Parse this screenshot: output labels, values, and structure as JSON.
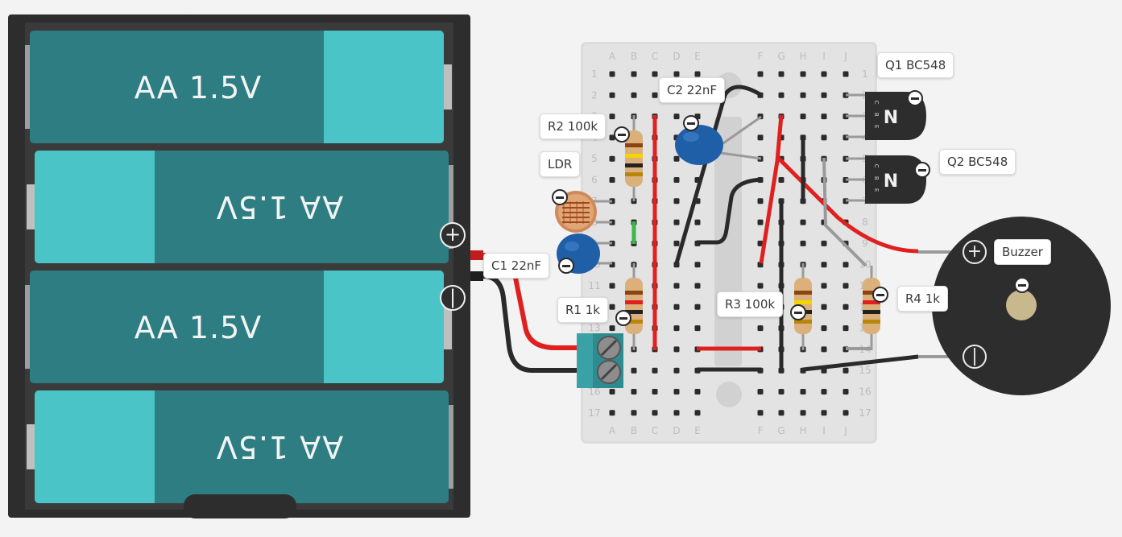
{
  "battery": {
    "cells": [
      {
        "label": "AA 1.5V",
        "flipped": false
      },
      {
        "label": "AA 1.5V",
        "flipped": true
      },
      {
        "label": "AA 1.5V",
        "flipped": false
      },
      {
        "label": "AA 1.5V",
        "flipped": true
      }
    ],
    "plus_symbol": "+",
    "minus_symbol": "|",
    "colors": {
      "case": "#2d2d2d",
      "cell_dark": "#2e7d83",
      "cell_light": "#4ac4c6"
    }
  },
  "breadboard": {
    "columns_left": [
      "A",
      "B",
      "C",
      "D",
      "E"
    ],
    "columns_right": [
      "F",
      "G",
      "H",
      "I",
      "J"
    ],
    "rows": [
      "1",
      "2",
      "3",
      "4",
      "5",
      "6",
      "7",
      "8",
      "9",
      "10",
      "11",
      "12",
      "13",
      "14",
      "15",
      "16",
      "17"
    ]
  },
  "components": {
    "q1": {
      "label": "Q1 BC548",
      "mark": "N",
      "pins": "C B E"
    },
    "q2": {
      "label": "Q2 BC548",
      "mark": "N",
      "pins": "C B E"
    },
    "c2": {
      "label": "C2 22nF"
    },
    "r2": {
      "label": "R2 100k"
    },
    "ldr": {
      "label": "LDR"
    },
    "c1": {
      "label": "C1 22nF"
    },
    "r1": {
      "label": "R1 1k"
    },
    "r3": {
      "label": "R3 100k"
    },
    "r4": {
      "label": "R4 1k"
    },
    "buzzer": {
      "label": "Buzzer",
      "plus_symbol": "+",
      "minus_symbol": "|"
    }
  },
  "colors": {
    "wire_red": "#e02020",
    "wire_black": "#2a2a2a",
    "cap_blue": "#1f5fa8",
    "terminal_green": "#2e8b8f"
  }
}
